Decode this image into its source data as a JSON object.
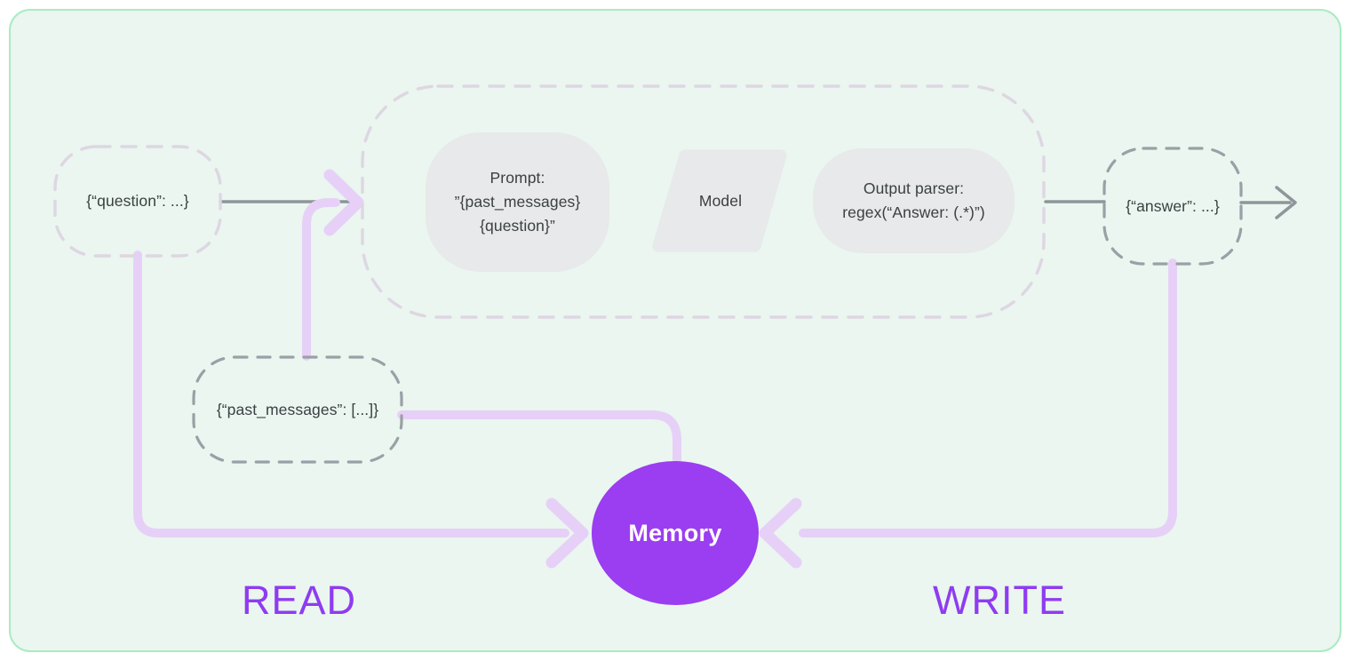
{
  "nodes": {
    "question": {
      "label": "{“question”: ...}"
    },
    "prompt": {
      "line1": "Prompt:",
      "line2": "”{past_messages}",
      "line3": "{question}”"
    },
    "model": {
      "label": "Model"
    },
    "output_parser": {
      "line1": "Output parser:",
      "line2": "regex(“Answer: (.*)”)"
    },
    "answer": {
      "label": "{“answer”: ...}"
    },
    "past_messages": {
      "label": "{“past_messages”: [...]}"
    },
    "memory": {
      "label": "Memory"
    }
  },
  "annotations": {
    "read": "READ",
    "write": "WRITE"
  },
  "colors": {
    "card_bg": "#eaf6ef",
    "card_border": "#a8ecc2",
    "memory_purple": "#9b3df0",
    "read_write_purple": "#8f3bf2",
    "connector_purple": "#e7d0f7",
    "connector_gray": "#8f959a",
    "dash_gray": "#9aa0a6",
    "dash_light": "#ded6e2",
    "shape_fill": "#e7e9ea",
    "text": "#3b4043"
  }
}
